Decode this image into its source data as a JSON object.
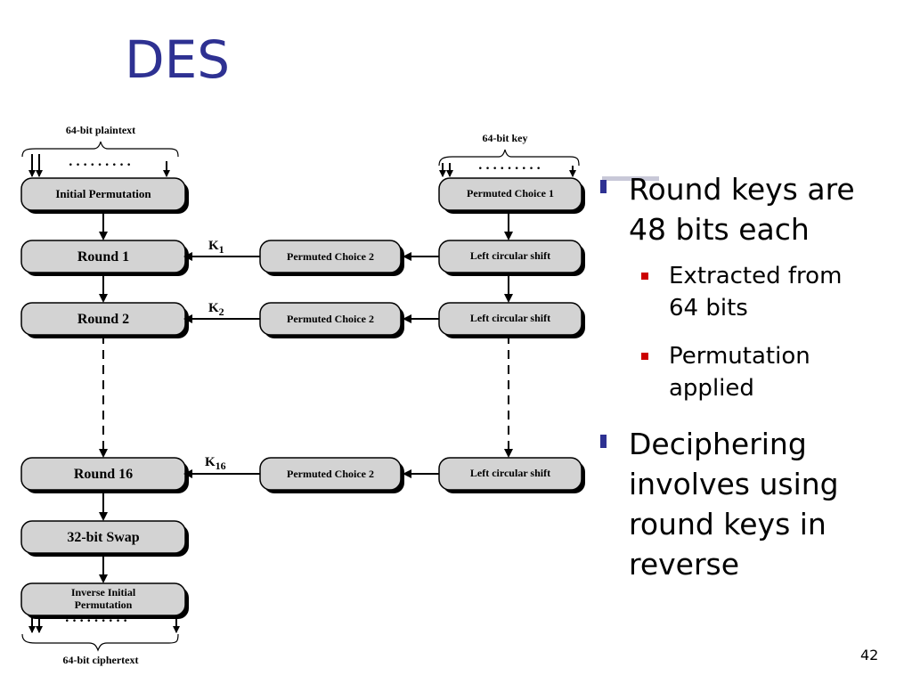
{
  "slide": {
    "title": "DES",
    "page_number": "42"
  },
  "diagram": {
    "plaintext_label": "64-bit plaintext",
    "key_label": "64-bit key",
    "ciphertext_label": "64-bit ciphertext",
    "initial_permutation": "Initial Permutation",
    "permuted_choice_1": "Permuted Choice 1",
    "round_1": "Round 1",
    "round_2": "Round 2",
    "round_16": "Round 16",
    "swap": "32-bit Swap",
    "inverse_ip_line1": "Inverse Initial",
    "inverse_ip_line2": "Permutation",
    "pc2": "Permuted Choice 2",
    "lcs": "Left circular shift",
    "k_letter": "K",
    "k1_sub": "1",
    "k2_sub": "2",
    "k16_sub": "16",
    "dots": "• • • • • • • • •"
  },
  "bullets": {
    "b1_line1": "Round keys are",
    "b1_line2": "48 bits each",
    "s1_line1": "Extracted from",
    "s1_line2": "64 bits",
    "s2_line1": "Permutation",
    "s2_line2": "applied",
    "b2_line1": "Deciphering",
    "b2_line2": "involves using",
    "b2_line3": "round keys in",
    "b2_line4": "reverse"
  }
}
